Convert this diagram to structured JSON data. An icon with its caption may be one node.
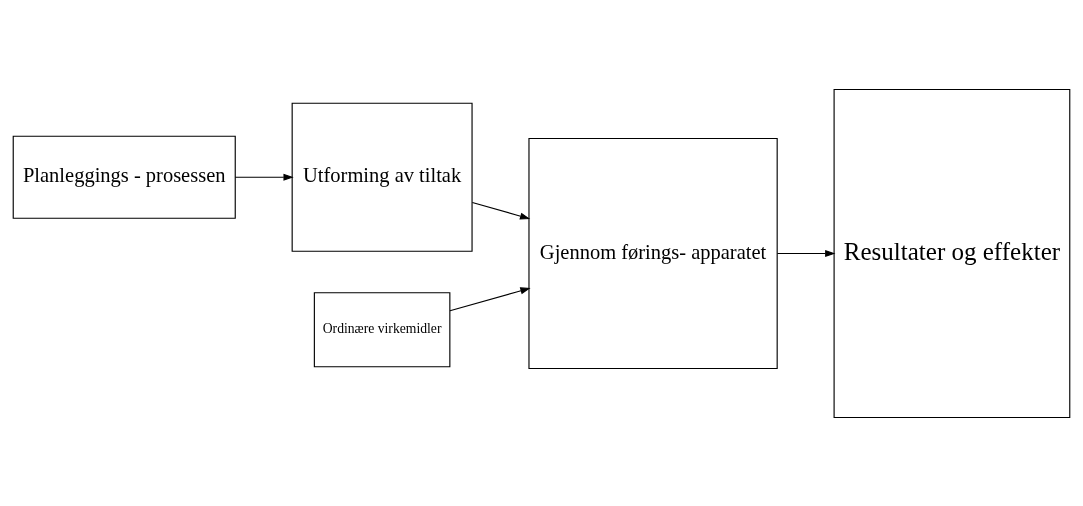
{
  "diagram": {
    "nodes": [
      {
        "text": [
          "Planleggings - prosessen"
        ]
      },
      {
        "text": [
          "Utforming av tiltak"
        ]
      },
      {
        "text": [
          "Ordinære virkemidler"
        ]
      },
      {
        "text": [
          "Gjennom førings- apparatet"
        ]
      },
      {
        "text": [
          "Resultater og effekter"
        ]
      }
    ],
    "edges": [
      {
        "from": 0,
        "to": 1,
        "arrow": "to"
      },
      {
        "from": 1,
        "to": 3,
        "arrow": "to"
      },
      {
        "from": 2,
        "to": 3,
        "arrow": "to"
      },
      {
        "from": 3,
        "to": 4,
        "arrow": "to"
      }
    ]
  }
}
